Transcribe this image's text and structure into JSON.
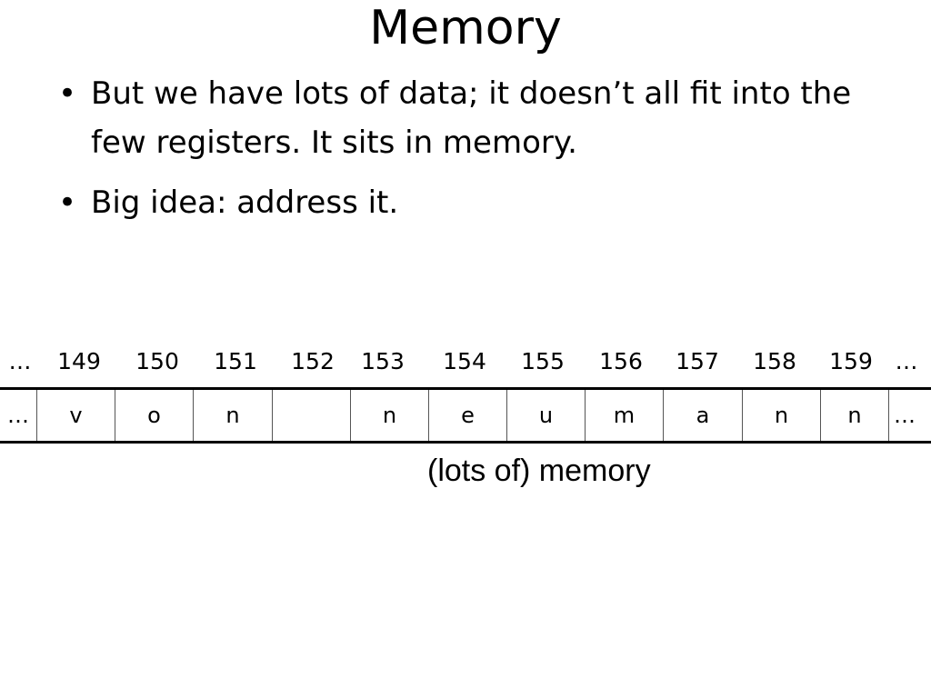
{
  "slide": {
    "title": "Memory",
    "bullets": [
      "But we have lots of data; it doesn’t all fit into the few registers.  It sits in memory.",
      "Big idea: address it."
    ],
    "bullet_symbol": "•"
  },
  "memory": {
    "addresses": [
      "…",
      "149",
      "150",
      "151",
      "152",
      "153",
      "154",
      "155",
      "156",
      "157",
      "158",
      "159",
      "…"
    ],
    "cells": [
      "…",
      "v",
      "o",
      "n",
      "",
      "n",
      "e",
      "u",
      "m",
      "a",
      "n",
      "n",
      "…"
    ],
    "caption": "(lots of) memory"
  }
}
